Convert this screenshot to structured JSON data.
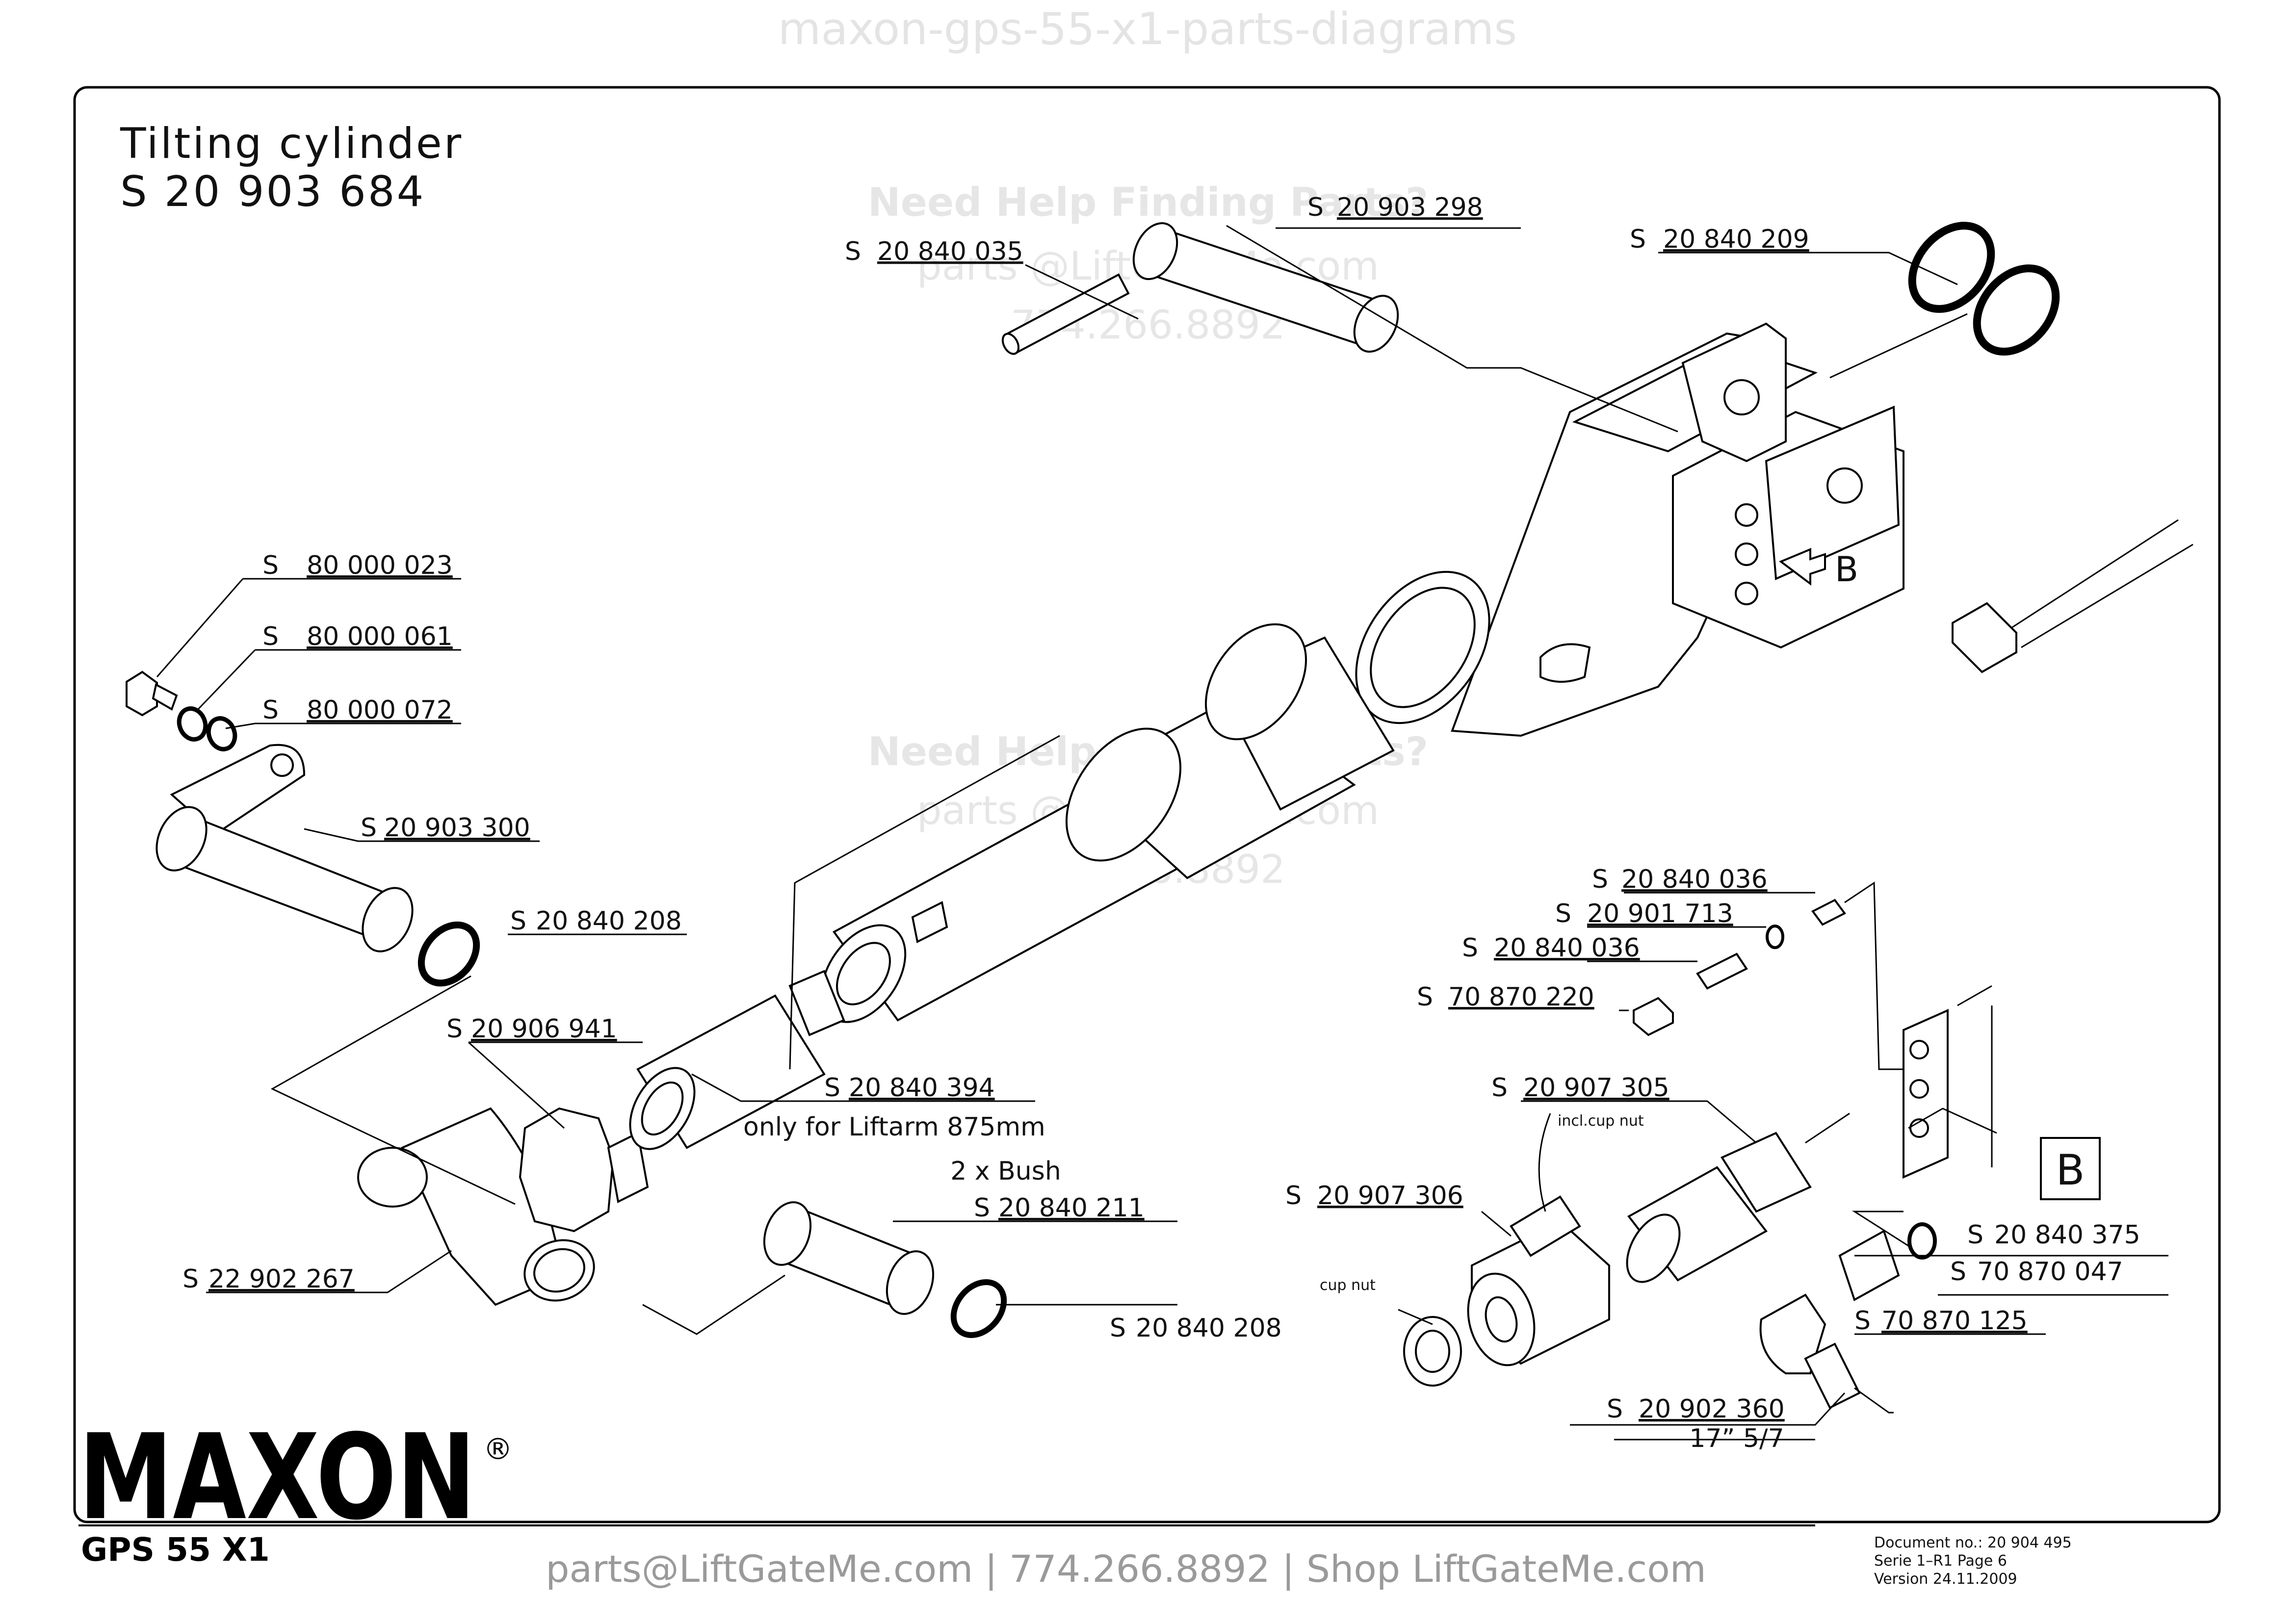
{
  "header_watermark": "maxon-gps-55-x1-parts-diagrams",
  "title": {
    "line1": "Tilting cylinder",
    "line2": "S 20 903 684"
  },
  "watermark": {
    "line1": "Need Help Finding Parts?",
    "line2": "parts @LiftGateMe.com",
    "line3": "774.266.8892"
  },
  "parts": [
    {
      "id": "pin",
      "prefix": "S",
      "number": "20 840 035"
    },
    {
      "id": "sleeve-top",
      "prefix": "S",
      "number": "20 903 298"
    },
    {
      "id": "oring-top",
      "prefix": "S",
      "number": "20 840 209"
    },
    {
      "id": "bolt",
      "prefix": "S",
      "number": "80 000 023"
    },
    {
      "id": "washer-1",
      "prefix": "S",
      "number": "80 000 061"
    },
    {
      "id": "washer-2",
      "prefix": "S",
      "number": "80 000 072"
    },
    {
      "id": "flange-pin",
      "prefix": "S",
      "number": "20 903 300"
    },
    {
      "id": "oring-left",
      "prefix": "S",
      "number": "20 840 208"
    },
    {
      "id": "nut",
      "prefix": "S",
      "number": "20 906 941"
    },
    {
      "id": "adapter",
      "prefix": "S",
      "number": "20 840 394"
    },
    {
      "id": "elbow",
      "prefix": "S",
      "number": "22 902 267"
    },
    {
      "id": "bush",
      "prefix": "S",
      "number": "20 840 211"
    },
    {
      "id": "oring-bottom",
      "prefix": "S",
      "number": "20 840 208"
    },
    {
      "id": "fitting-a",
      "prefix": "S",
      "number": "20 840 036"
    },
    {
      "id": "seal",
      "prefix": "S",
      "number": "20 901 713"
    },
    {
      "id": "fitting-b",
      "prefix": "S",
      "number": "20 840 036"
    },
    {
      "id": "plug",
      "prefix": "S",
      "number": "70 870 220"
    },
    {
      "id": "valve",
      "prefix": "S",
      "number": "20 907 305"
    },
    {
      "id": "coil",
      "prefix": "S",
      "number": "20 907 306"
    },
    {
      "id": "seal-ring",
      "prefix": "S",
      "number": "20 840 375"
    },
    {
      "id": "nipple",
      "prefix": "S",
      "number": "70 870 047"
    },
    {
      "id": "elbow-fitting",
      "prefix": "S",
      "number": "70 870 125"
    },
    {
      "id": "hose",
      "prefix": "S",
      "number": "20 902 360"
    }
  ],
  "notes": {
    "adapter_note": "only for Liftarm 875mm",
    "bush_qty": "2 x Bush",
    "hose_length": "17” 5/7",
    "incl_cup_nut": "incl.cup nut",
    "cup_nut": "cup nut",
    "view_b_arrow": "B",
    "view_b_box": "B"
  },
  "brand": {
    "logo": "MAXON",
    "registered": "®",
    "model": "GPS 55 X1"
  },
  "footer": "parts@LiftGateMe.com | 774.266.8892 | Shop LiftGateMe.com",
  "document": {
    "line1": "Document no.: 20 904 495",
    "line2": "Serie 1–R1 Page 6",
    "line3": "Version 24.11.2009"
  }
}
